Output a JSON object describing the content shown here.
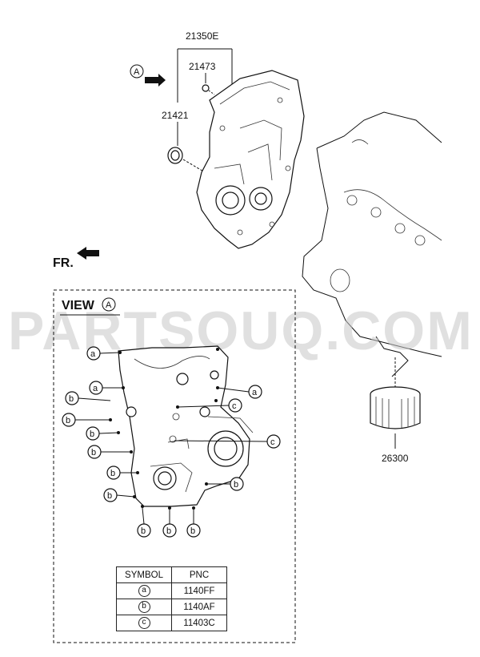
{
  "labels": {
    "assembly": "21350E",
    "bolt": "21473",
    "seal": "21421",
    "filter": "26300",
    "front": "FR.",
    "view_title": "VIEW",
    "view_marker": "A",
    "arrow_marker": "A"
  },
  "watermark": "PARTSOUQ.COM",
  "callouts": {
    "a": "a",
    "b": "b",
    "c": "c"
  },
  "symbol_table": {
    "headers": [
      "SYMBOL",
      "PNC"
    ],
    "rows": [
      {
        "symbol": "a",
        "pnc": "1140FF"
      },
      {
        "symbol": "b",
        "pnc": "1140AF"
      },
      {
        "symbol": "c",
        "pnc": "11403C"
      }
    ]
  }
}
